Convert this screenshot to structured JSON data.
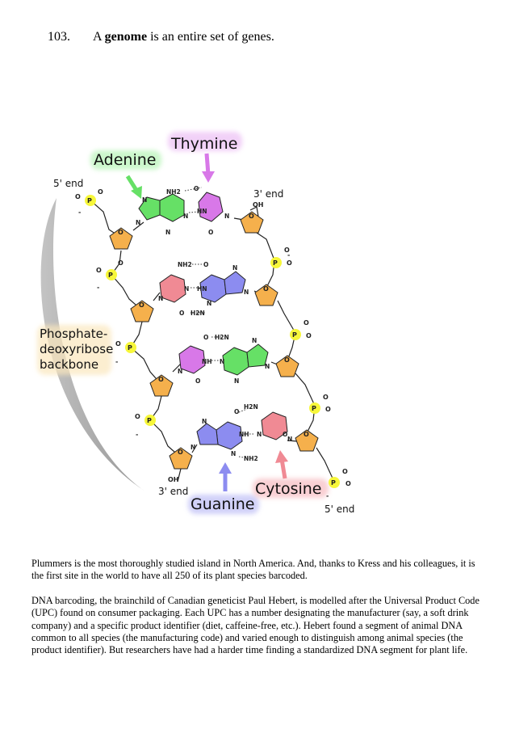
{
  "heading": {
    "number": "103.",
    "text_before": "A ",
    "bold_word": "genome",
    "text_after": " is an entire set of genes."
  },
  "figure": {
    "labels": {
      "thymine": "Thymine",
      "adenine": "Adenine",
      "guanine": "Guanine",
      "cytosine": "Cytosine",
      "backbone_line1": "Phosphate-",
      "backbone_line2": "deoxyribose",
      "backbone_line3": "backbone",
      "end_5_top": "5' end",
      "end_3_top": "3' end",
      "end_3_bottom": "3' end",
      "end_5_bottom": "5' end"
    },
    "atoms": {
      "P": "P",
      "O": "O",
      "N": "N",
      "NH": "NH",
      "HN": "HN",
      "NH2": "NH2",
      "H2N": "H2N",
      "OH": "OH",
      "minus": "-"
    },
    "colors": {
      "adenine": "#66e066",
      "thymine": "#d878e8",
      "guanine": "#8c8cf0",
      "cytosine": "#f08a94",
      "sugar": "#f5b04c",
      "phosphate": "#f7f73a"
    }
  },
  "paragraphs": [
    "Plummers is the most thoroughly studied island in North America. And, thanks to Kress and his colleagues, it is the first site in the world to have all 250 of its plant species barcoded.",
    "DNA barcoding, the brainchild of Canadian geneticist Paul Hebert, is modelled after the Universal Product Code (UPC) found on consumer packaging. Each UPC has a number designating the manufacturer (say, a soft drink company) and a specific product identifier (diet, caffeine-free, etc.). Hebert found a segment of animal DNA common to all species (the manufacturing code) and varied enough to distinguish among animal species (the product identifier). But researchers have had a harder time finding a standardized DNA segment for plant life."
  ]
}
